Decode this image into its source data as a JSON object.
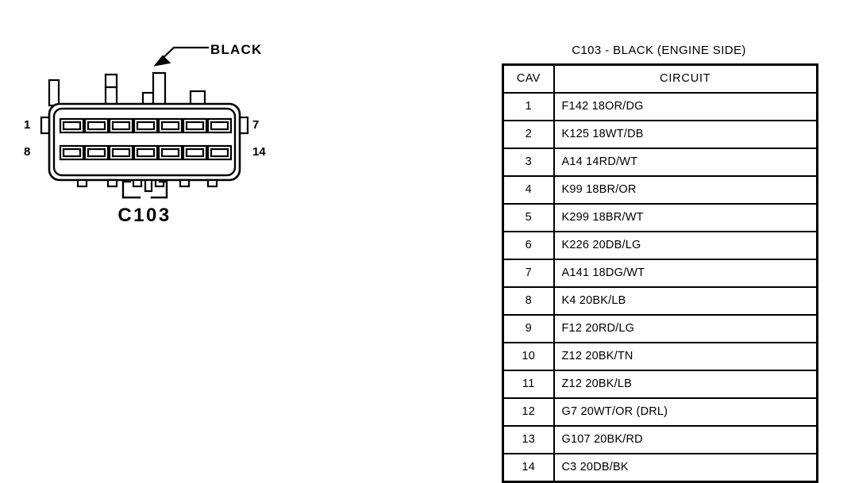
{
  "diagram": {
    "label_black": "BLACK",
    "connector_name": "C103",
    "pin_top_left": "1",
    "pin_bottom_left": "8",
    "pin_top_right": "7",
    "pin_bottom_right": "14",
    "cavity_columns": 7,
    "cavity_rows": 2,
    "line_color": "#000000",
    "fill_color": "#ffffff"
  },
  "table": {
    "title": "C103 - BLACK (ENGINE SIDE)",
    "headers": {
      "cav": "CAV",
      "circuit": "CIRCUIT"
    },
    "rows": [
      {
        "cav": "1",
        "circuit": "F142 18OR/DG"
      },
      {
        "cav": "2",
        "circuit": "K125 18WT/DB"
      },
      {
        "cav": "3",
        "circuit": "A14 14RD/WT"
      },
      {
        "cav": "4",
        "circuit": "K99 18BR/OR"
      },
      {
        "cav": "5",
        "circuit": "K299 18BR/WT"
      },
      {
        "cav": "6",
        "circuit": "K226 20DB/LG"
      },
      {
        "cav": "7",
        "circuit": "A141 18DG/WT"
      },
      {
        "cav": "8",
        "circuit": "K4 20BK/LB"
      },
      {
        "cav": "9",
        "circuit": "F12 20RD/LG"
      },
      {
        "cav": "10",
        "circuit": "Z12 20BK/TN"
      },
      {
        "cav": "11",
        "circuit": "Z12 20BK/LB"
      },
      {
        "cav": "12",
        "circuit": "G7 20WT/OR (DRL)"
      },
      {
        "cav": "13",
        "circuit": "G107 20BK/RD"
      },
      {
        "cav": "14",
        "circuit": "C3 20DB/BK"
      }
    ]
  }
}
